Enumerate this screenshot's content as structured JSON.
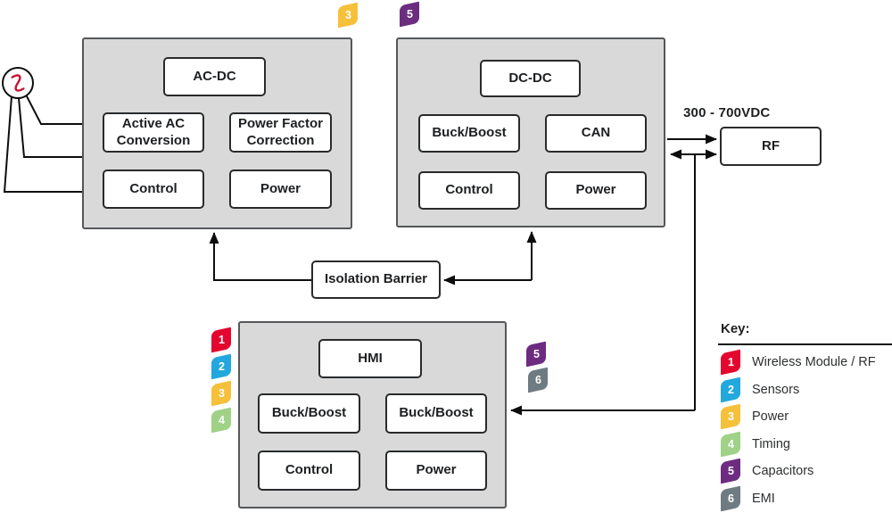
{
  "blocks": {
    "acdc": {
      "title": "AC-DC",
      "cells": [
        "Active AC Conversion",
        "Power Factor Correction",
        "Control",
        "Power"
      ],
      "badges": [
        "3"
      ]
    },
    "dcdc": {
      "title": "DC-DC",
      "cells": [
        "Buck/Boost",
        "CAN",
        "Control",
        "Power"
      ],
      "badges": [
        "5"
      ]
    },
    "hmi": {
      "title": "HMI",
      "cells": [
        "Buck/Boost",
        "Buck/Boost",
        "Control",
        "Power"
      ],
      "badges_left": [
        "1",
        "2",
        "3",
        "4"
      ],
      "badges_right": [
        "5",
        "6"
      ]
    }
  },
  "rf": {
    "label": "RF"
  },
  "isolation": {
    "label": "Isolation Barrier"
  },
  "annotations": {
    "voltage": "300 - 700VDC"
  },
  "key": {
    "title": "Key:",
    "items": [
      {
        "num": "1",
        "label": "Wireless Module / RF",
        "color": "#e4062f"
      },
      {
        "num": "2",
        "label": "Sensors",
        "color": "#22a8de"
      },
      {
        "num": "3",
        "label": "Power",
        "color": "#f6c03a"
      },
      {
        "num": "4",
        "label": "Timing",
        "color": "#9fd287"
      },
      {
        "num": "5",
        "label": "Capacitors",
        "color": "#6c2d80"
      },
      {
        "num": "6",
        "label": "EMI",
        "color": "#6f7b82"
      }
    ]
  },
  "badge_colors": {
    "1": "#e4062f",
    "2": "#22a8de",
    "3": "#f6c03a",
    "4": "#9fd287",
    "5": "#6c2d80",
    "6": "#6f7b82"
  },
  "colors": {
    "block_fill": "#d8d9d8",
    "block_border": "#55575a",
    "line": "#0d0d0d",
    "ac_sine": "#c8102e"
  }
}
